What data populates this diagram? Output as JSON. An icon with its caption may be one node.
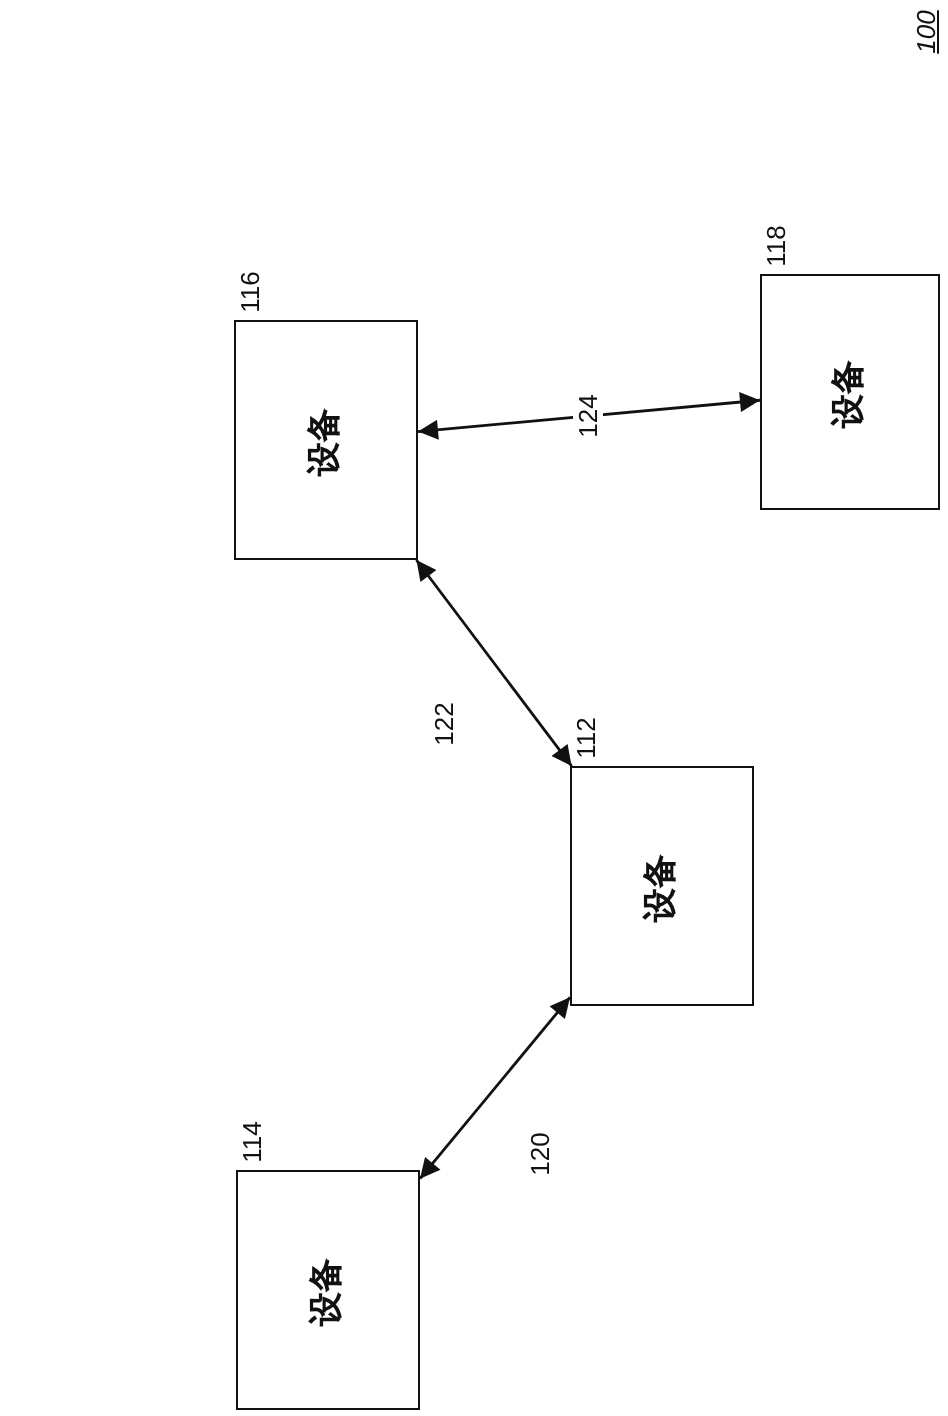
{
  "diagram": {
    "nodes": [
      {
        "text": [
          "设备"
        ],
        "beside": [
          "116"
        ]
      },
      {
        "text": [
          "设备"
        ],
        "beside": [
          "118"
        ]
      },
      {
        "text": [
          "设备"
        ],
        "beside": [
          "112"
        ]
      },
      {
        "text": [
          "设备"
        ],
        "beside": [
          "114"
        ]
      }
    ],
    "edges": [
      {
        "from": 0,
        "to": 1,
        "arrow": "both",
        "label": "124"
      },
      {
        "from": 0,
        "to": 2,
        "arrow": "both",
        "label": "122"
      },
      {
        "from": 2,
        "to": 3,
        "arrow": "both",
        "label": "120"
      }
    ],
    "labels": [
      "100"
    ]
  }
}
